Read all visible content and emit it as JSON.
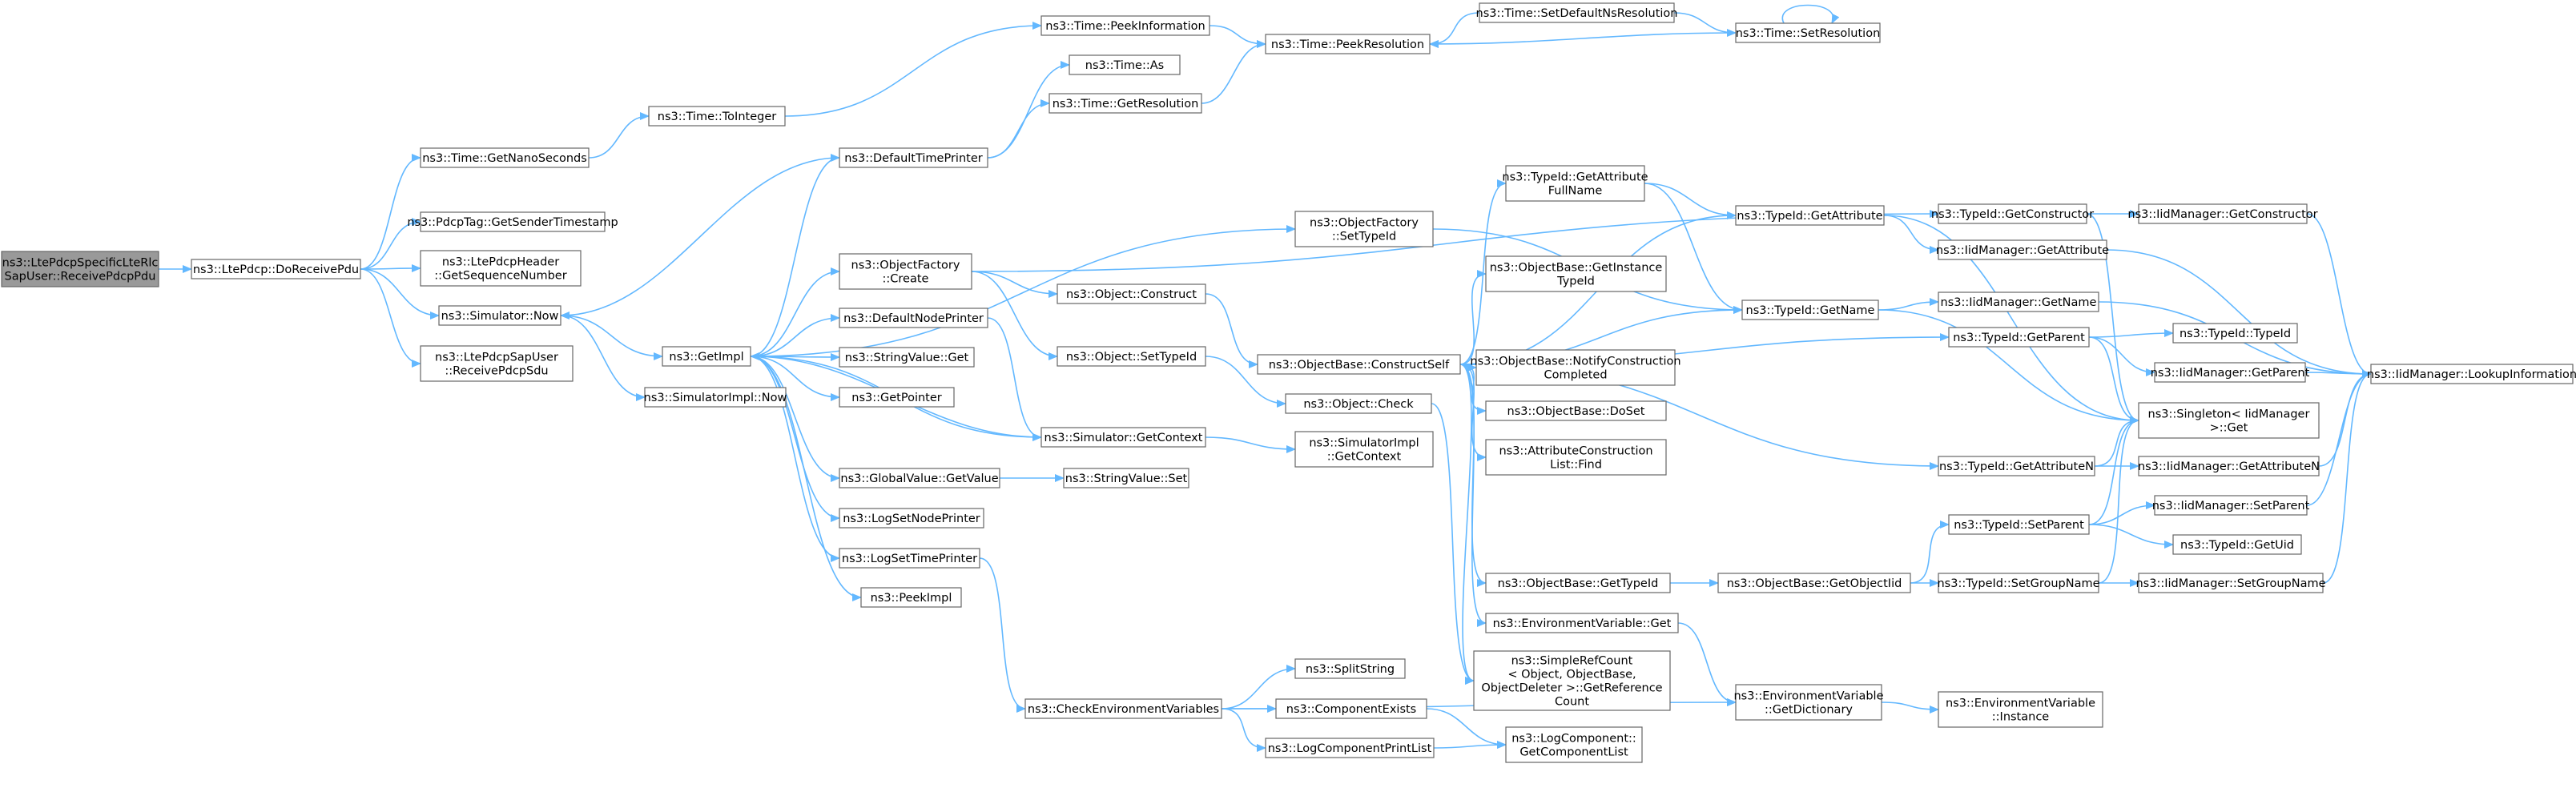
{
  "diagram": {
    "colors": {
      "edge": "#63b8ff",
      "node_border": "#666666",
      "node_fill": "#ffffff",
      "root_fill": "#999999",
      "text": "#000000"
    },
    "nodes": [
      {
        "id": "root",
        "lines": [
          "ns3::LtePdcpSpecificLteRlc",
          "SapUser::ReceivePdcpPdu"
        ]
      },
      {
        "id": "DoReceivePdu",
        "lines": [
          "ns3::LtePdcp::DoReceivePdu"
        ]
      },
      {
        "id": "GetNanoSeconds",
        "lines": [
          "ns3::Time::GetNanoSeconds"
        ]
      },
      {
        "id": "GetSenderTimestamp",
        "lines": [
          "ns3::PdcpTag::GetSenderTimestamp"
        ]
      },
      {
        "id": "GetSequenceNumber",
        "lines": [
          "ns3::LtePdcpHeader",
          "::GetSequenceNumber"
        ]
      },
      {
        "id": "SimNow",
        "lines": [
          "ns3::Simulator::Now"
        ]
      },
      {
        "id": "SapReceivePdcpSdu",
        "lines": [
          "ns3::LtePdcpSapUser",
          "::ReceivePdcpSdu"
        ]
      },
      {
        "id": "ToInteger",
        "lines": [
          "ns3::Time::ToInteger"
        ]
      },
      {
        "id": "GetImpl",
        "lines": [
          "ns3::GetImpl"
        ]
      },
      {
        "id": "SimImplNow",
        "lines": [
          "ns3::SimulatorImpl::Now"
        ]
      },
      {
        "id": "PeekInformation",
        "lines": [
          "ns3::Time::PeekInformation"
        ]
      },
      {
        "id": "TimeAs",
        "lines": [
          "ns3::Time::As"
        ]
      },
      {
        "id": "GetResolution",
        "lines": [
          "ns3::Time::GetResolution"
        ]
      },
      {
        "id": "DefaultTimePrinter",
        "lines": [
          "ns3::DefaultTimePrinter"
        ]
      },
      {
        "id": "PeekResolution",
        "lines": [
          "ns3::Time::PeekResolution"
        ]
      },
      {
        "id": "SetDefaultNsResolution",
        "lines": [
          "ns3::Time::SetDefaultNsResolution"
        ]
      },
      {
        "id": "SetResolution",
        "lines": [
          "ns3::Time::SetResolution"
        ]
      },
      {
        "id": "ObjectFactoryCreate",
        "lines": [
          "ns3::ObjectFactory",
          "::Create"
        ]
      },
      {
        "id": "DefaultNodePrinter",
        "lines": [
          "ns3::DefaultNodePrinter"
        ]
      },
      {
        "id": "StringValueGet",
        "lines": [
          "ns3::StringValue::Get"
        ]
      },
      {
        "id": "GetPointer",
        "lines": [
          "ns3::GetPointer"
        ]
      },
      {
        "id": "SimGetContext",
        "lines": [
          "ns3::Simulator::GetContext"
        ]
      },
      {
        "id": "GlobalValueGetValue",
        "lines": [
          "ns3::GlobalValue::GetValue"
        ]
      },
      {
        "id": "StringValueSet",
        "lines": [
          "ns3::StringValue::Set"
        ]
      },
      {
        "id": "LogSetNodePrinter",
        "lines": [
          "ns3::LogSetNodePrinter"
        ]
      },
      {
        "id": "LogSetTimePrinter",
        "lines": [
          "ns3::LogSetTimePrinter"
        ]
      },
      {
        "id": "PeekImpl",
        "lines": [
          "ns3::PeekImpl"
        ]
      },
      {
        "id": "CheckEnv",
        "lines": [
          "ns3::CheckEnvironmentVariables"
        ]
      },
      {
        "id": "SplitString",
        "lines": [
          "ns3::SplitString"
        ]
      },
      {
        "id": "ComponentExists",
        "lines": [
          "ns3::ComponentExists"
        ]
      },
      {
        "id": "LogComponentPrintList",
        "lines": [
          "ns3::LogComponentPrintList"
        ]
      },
      {
        "id": "GetComponentList",
        "lines": [
          "ns3::LogComponent::",
          "GetComponentList"
        ]
      },
      {
        "id": "ObjectConstruct",
        "lines": [
          "ns3::Object::Construct"
        ]
      },
      {
        "id": "ObjectSetTypeId",
        "lines": [
          "ns3::Object::SetTypeId"
        ]
      },
      {
        "id": "ObjectFactorySetTypeId",
        "lines": [
          "ns3::ObjectFactory",
          "::SetTypeId"
        ]
      },
      {
        "id": "ConstructSelf",
        "lines": [
          "ns3::ObjectBase::ConstructSelf"
        ]
      },
      {
        "id": "ObjectCheck",
        "lines": [
          "ns3::Object::Check"
        ]
      },
      {
        "id": "SimImplGetContext",
        "lines": [
          "ns3::SimulatorImpl",
          "::GetContext"
        ]
      },
      {
        "id": "GetAttributeFullName",
        "lines": [
          "ns3::TypeId::GetAttribute",
          "FullName"
        ]
      },
      {
        "id": "GetInstanceTypeId",
        "lines": [
          "ns3::ObjectBase::GetInstance",
          "TypeId"
        ]
      },
      {
        "id": "NotifyConstructionCompleted",
        "lines": [
          "ns3::ObjectBase::NotifyConstruction",
          "Completed"
        ]
      },
      {
        "id": "DoSet",
        "lines": [
          "ns3::ObjectBase::DoSet"
        ]
      },
      {
        "id": "AttrConstructionListFind",
        "lines": [
          "ns3::AttributeConstruction",
          "List::Find"
        ]
      },
      {
        "id": "ObjectBaseGetTypeId",
        "lines": [
          "ns3::ObjectBase::GetTypeId"
        ]
      },
      {
        "id": "EnvVarGet",
        "lines": [
          "ns3::EnvironmentVariable::Get"
        ]
      },
      {
        "id": "SimpleRefCount",
        "lines": [
          "ns3::SimpleRefCount",
          "< Object, ObjectBase,",
          "ObjectDeleter >::GetReference",
          "Count"
        ]
      },
      {
        "id": "TypeIdGetAttribute",
        "lines": [
          "ns3::TypeId::GetAttribute"
        ]
      },
      {
        "id": "TypeIdGetName",
        "lines": [
          "ns3::TypeId::GetName"
        ]
      },
      {
        "id": "GetObjectIid",
        "lines": [
          "ns3::ObjectBase::GetObjectIid"
        ]
      },
      {
        "id": "EnvGetDictionary",
        "lines": [
          "ns3::EnvironmentVariable",
          "::GetDictionary"
        ]
      },
      {
        "id": "TypeIdGetConstructor",
        "lines": [
          "ns3::TypeId::GetConstructor"
        ]
      },
      {
        "id": "IidGetAttribute",
        "lines": [
          "ns3::IidManager::GetAttribute"
        ]
      },
      {
        "id": "IidGetName",
        "lines": [
          "ns3::IidManager::GetName"
        ]
      },
      {
        "id": "TypeIdGetParent",
        "lines": [
          "ns3::TypeId::GetParent"
        ]
      },
      {
        "id": "TypeIdGetAttributeN",
        "lines": [
          "ns3::TypeId::GetAttributeN"
        ]
      },
      {
        "id": "TypeIdSetParent",
        "lines": [
          "ns3::TypeId::SetParent"
        ]
      },
      {
        "id": "TypeIdSetGroupName",
        "lines": [
          "ns3::TypeId::SetGroupName"
        ]
      },
      {
        "id": "EnvInstance",
        "lines": [
          "ns3::EnvironmentVariable",
          "::Instance"
        ]
      },
      {
        "id": "IidGetConstructor",
        "lines": [
          "ns3::IidManager::GetConstructor"
        ]
      },
      {
        "id": "TypeIdTypeId",
        "lines": [
          "ns3::TypeId::TypeId"
        ]
      },
      {
        "id": "IidGetParent",
        "lines": [
          "ns3::IidManager::GetParent"
        ]
      },
      {
        "id": "SingletonGet",
        "lines": [
          "ns3::Singleton< IidManager",
          ">::Get"
        ]
      },
      {
        "id": "IidGetAttributeN",
        "lines": [
          "ns3::IidManager::GetAttributeN"
        ]
      },
      {
        "id": "IidSetParent",
        "lines": [
          "ns3::IidManager::SetParent"
        ]
      },
      {
        "id": "TypeIdGetUid",
        "lines": [
          "ns3::TypeId::GetUid"
        ]
      },
      {
        "id": "IidSetGroupName",
        "lines": [
          "ns3::IidManager::SetGroupName"
        ]
      },
      {
        "id": "LookupInformation",
        "lines": [
          "ns3::IidManager::LookupInformation"
        ]
      }
    ],
    "edges": [
      [
        "root",
        "DoReceivePdu"
      ],
      [
        "DoReceivePdu",
        "GetNanoSeconds"
      ],
      [
        "DoReceivePdu",
        "GetSenderTimestamp"
      ],
      [
        "DoReceivePdu",
        "GetSequenceNumber"
      ],
      [
        "DoReceivePdu",
        "SimNow"
      ],
      [
        "DoReceivePdu",
        "SapReceivePdcpSdu"
      ],
      [
        "GetNanoSeconds",
        "ToInteger"
      ],
      [
        "ToInteger",
        "PeekInformation"
      ],
      [
        "PeekInformation",
        "PeekResolution"
      ],
      [
        "SimNow",
        "GetImpl"
      ],
      [
        "SimNow",
        "SimImplNow"
      ],
      [
        "GetImpl",
        "DefaultTimePrinter"
      ],
      [
        "GetImpl",
        "ObjectFactoryCreate"
      ],
      [
        "GetImpl",
        "ObjectFactorySetTypeId"
      ],
      [
        "GetImpl",
        "DefaultNodePrinter"
      ],
      [
        "GetImpl",
        "StringValueGet"
      ],
      [
        "GetImpl",
        "GetPointer"
      ],
      [
        "GetImpl",
        "SimGetContext"
      ],
      [
        "GetImpl",
        "GlobalValueGetValue"
      ],
      [
        "GetImpl",
        "LogSetNodePrinter"
      ],
      [
        "GetImpl",
        "LogSetTimePrinter"
      ],
      [
        "GetImpl",
        "PeekImpl"
      ],
      [
        "DefaultTimePrinter",
        "SimNow"
      ],
      [
        "DefaultTimePrinter",
        "TimeAs"
      ],
      [
        "DefaultTimePrinter",
        "GetResolution"
      ],
      [
        "GetResolution",
        "PeekResolution"
      ],
      [
        "SetDefaultNsResolution",
        "PeekResolution"
      ],
      [
        "SetDefaultNsResolution",
        "SetResolution"
      ],
      [
        "SetResolution",
        "PeekResolution"
      ],
      [
        "SetResolution",
        "SetResolution"
      ],
      [
        "ObjectFactoryCreate",
        "ObjectConstruct"
      ],
      [
        "ObjectFactoryCreate",
        "ObjectSetTypeId"
      ],
      [
        "ObjectFactoryCreate",
        "TypeIdGetConstructor"
      ],
      [
        "ObjectConstruct",
        "ConstructSelf"
      ],
      [
        "ObjectSetTypeId",
        "ObjectCheck"
      ],
      [
        "ObjectFactorySetTypeId",
        "TypeIdGetName"
      ],
      [
        "DefaultNodePrinter",
        "SimGetContext"
      ],
      [
        "SimGetContext",
        "GetImpl"
      ],
      [
        "SimGetContext",
        "SimImplGetContext"
      ],
      [
        "GlobalValueGetValue",
        "StringValueSet"
      ],
      [
        "LogSetTimePrinter",
        "CheckEnv"
      ],
      [
        "CheckEnv",
        "SplitString"
      ],
      [
        "CheckEnv",
        "ComponentExists"
      ],
      [
        "CheckEnv",
        "LogComponentPrintList"
      ],
      [
        "CheckEnv",
        "EnvGetDictionary"
      ],
      [
        "ComponentExists",
        "GetComponentList"
      ],
      [
        "LogComponentPrintList",
        "GetComponentList"
      ],
      [
        "ConstructSelf",
        "GetAttributeFullName"
      ],
      [
        "ConstructSelf",
        "TypeIdGetAttribute"
      ],
      [
        "ConstructSelf",
        "GetInstanceTypeId"
      ],
      [
        "ConstructSelf",
        "TypeIdGetName"
      ],
      [
        "ConstructSelf",
        "NotifyConstructionCompleted"
      ],
      [
        "ConstructSelf",
        "DoSet"
      ],
      [
        "ConstructSelf",
        "AttrConstructionListFind"
      ],
      [
        "ConstructSelf",
        "TypeIdGetParent"
      ],
      [
        "ConstructSelf",
        "TypeIdGetAttributeN"
      ],
      [
        "ConstructSelf",
        "ObjectBaseGetTypeId"
      ],
      [
        "ConstructSelf",
        "EnvVarGet"
      ],
      [
        "ConstructSelf",
        "SimpleRefCount"
      ],
      [
        "ObjectCheck",
        "SimpleRefCount"
      ],
      [
        "GetAttributeFullName",
        "TypeIdGetAttribute"
      ],
      [
        "GetAttributeFullName",
        "TypeIdGetName"
      ],
      [
        "TypeIdGetAttribute",
        "IidGetAttribute"
      ],
      [
        "TypeIdGetAttribute",
        "SingletonGet"
      ],
      [
        "TypeIdGetName",
        "IidGetName"
      ],
      [
        "TypeIdGetName",
        "SingletonGet"
      ],
      [
        "TypeIdGetConstructor",
        "IidGetConstructor"
      ],
      [
        "TypeIdGetConstructor",
        "SingletonGet"
      ],
      [
        "IidGetConstructor",
        "LookupInformation"
      ],
      [
        "IidGetAttribute",
        "LookupInformation"
      ],
      [
        "IidGetName",
        "LookupInformation"
      ],
      [
        "TypeIdGetParent",
        "TypeIdTypeId"
      ],
      [
        "TypeIdGetParent",
        "IidGetParent"
      ],
      [
        "TypeIdGetParent",
        "SingletonGet"
      ],
      [
        "IidGetParent",
        "LookupInformation"
      ],
      [
        "TypeIdGetAttributeN",
        "IidGetAttributeN"
      ],
      [
        "TypeIdGetAttributeN",
        "SingletonGet"
      ],
      [
        "IidGetAttributeN",
        "LookupInformation"
      ],
      [
        "ObjectBaseGetTypeId",
        "GetObjectIid"
      ],
      [
        "GetObjectIid",
        "TypeIdSetParent"
      ],
      [
        "GetObjectIid",
        "TypeIdSetGroupName"
      ],
      [
        "TypeIdSetParent",
        "IidSetParent"
      ],
      [
        "TypeIdSetParent",
        "TypeIdGetUid"
      ],
      [
        "TypeIdSetParent",
        "SingletonGet"
      ],
      [
        "IidSetParent",
        "LookupInformation"
      ],
      [
        "TypeIdSetGroupName",
        "IidSetGroupName"
      ],
      [
        "TypeIdSetGroupName",
        "SingletonGet"
      ],
      [
        "IidSetGroupName",
        "LookupInformation"
      ],
      [
        "EnvVarGet",
        "EnvGetDictionary"
      ],
      [
        "EnvGetDictionary",
        "EnvInstance"
      ]
    ]
  }
}
